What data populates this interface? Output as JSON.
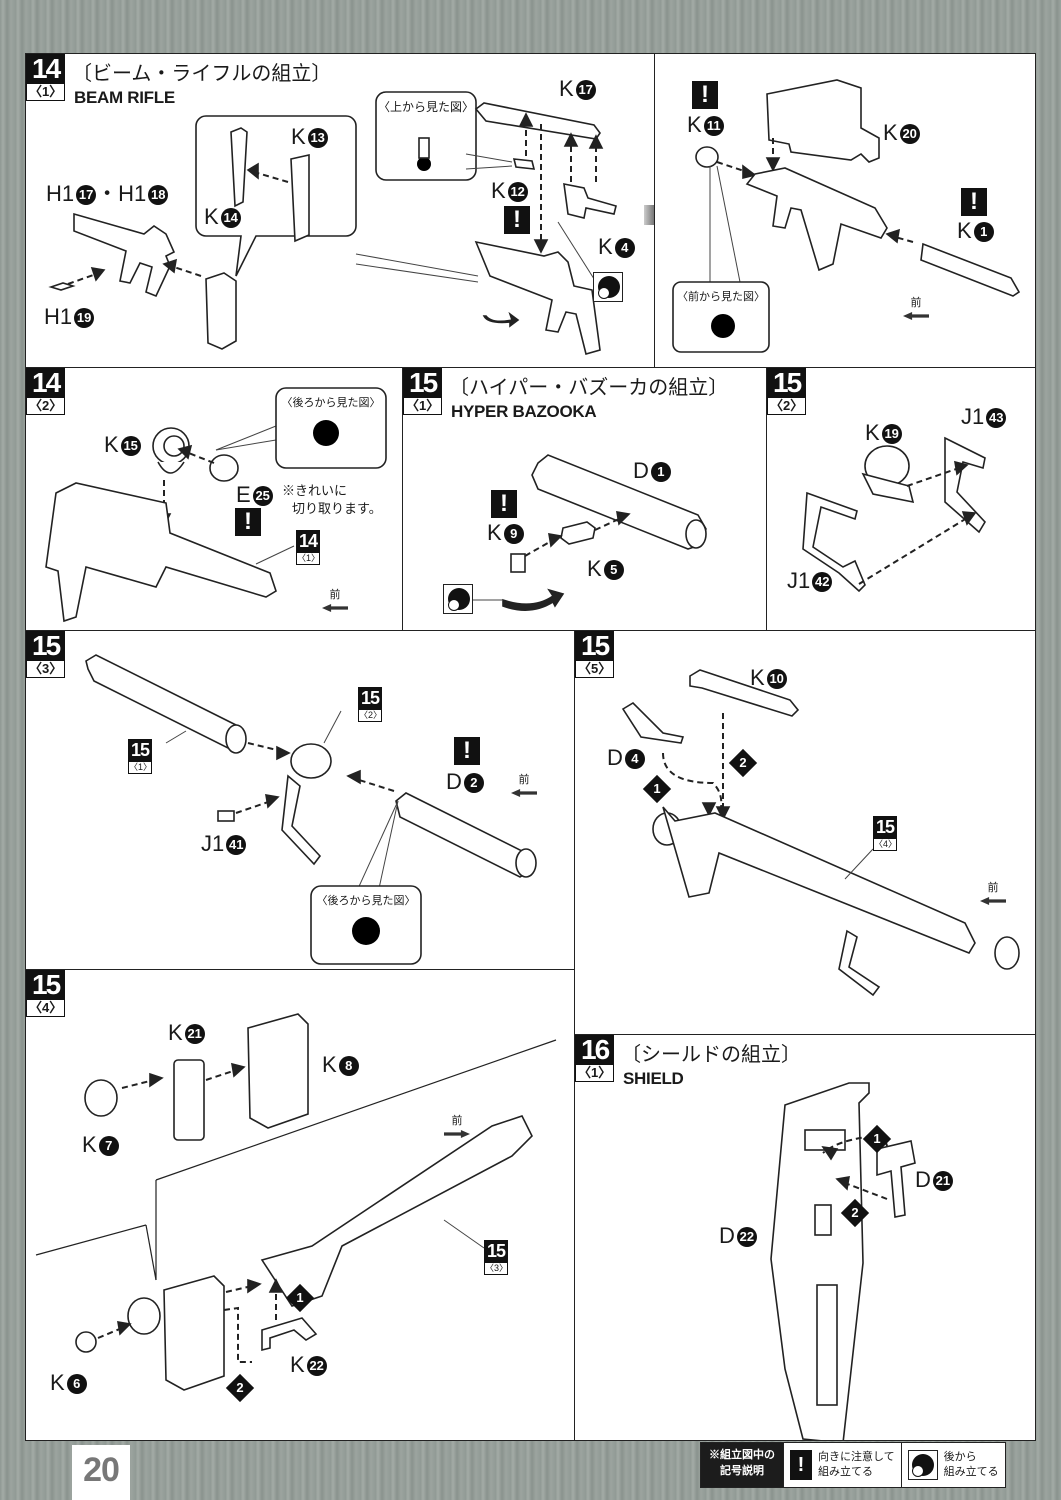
{
  "page": {
    "number": "20"
  },
  "panels": {
    "p14_1": {
      "step": "14",
      "sub": "〈1〉",
      "title_jp": "〔ビーム・ライフルの組立〕",
      "title_en": "BEAM RIFLE",
      "labels": {
        "h17_18": "H1⑰・H1⑱",
        "h19": "H1⑲",
        "k13": "K⑬",
        "k14": "K⑭",
        "k17": "K⑰",
        "k12": "K⑫",
        "k4": "K④",
        "k11": "K⑪",
        "k20": "K⑳",
        "k1": "K①"
      },
      "label_prefixes": {
        "h17_18_a": "H1",
        "h17_18_n1": "17",
        "h17_18_b": "・H1",
        "h17_18_n2": "18",
        "h19_a": "H1",
        "h19_n": "19",
        "k": "K",
        "k13": "13",
        "k14": "14",
        "k17": "17",
        "k12": "12",
        "k4": "4",
        "k11": "11",
        "k20": "20",
        "k1": "1"
      },
      "bubble_top_view": "〈上から見た図〉",
      "bubble_front_view": "〈前から見た図〉",
      "front_label": "前"
    },
    "p14_2": {
      "step": "14",
      "sub": "〈2〉",
      "labels": {
        "k_prefix": "K",
        "k15": "15",
        "e_prefix": "E",
        "e25": "25"
      },
      "bubble_back_view": "〈後ろから見た図〉",
      "note_line1": "※きれいに",
      "note_line2": "切り取ります。",
      "ref": {
        "step": "14",
        "sub": "〈1〉"
      },
      "front_label": "前"
    },
    "p15_1": {
      "step": "15",
      "sub": "〈1〉",
      "title_jp": "〔ハイパー・バズーカの組立〕",
      "title_en": "HYPER BAZOOKA",
      "labels": {
        "d_prefix": "D",
        "d1": "1",
        "k_prefix": "K",
        "k9": "9",
        "k5": "5"
      }
    },
    "p15_2": {
      "step": "15",
      "sub": "〈2〉",
      "labels": {
        "k_prefix": "K",
        "k19": "19",
        "j_prefix": "J1",
        "j43": "43",
        "j42": "42"
      }
    },
    "p15_3": {
      "step": "15",
      "sub": "〈3〉",
      "labels": {
        "d_prefix": "D",
        "d2": "2",
        "j_prefix": "J1",
        "j41": "41"
      },
      "ref_a": {
        "step": "15",
        "sub": "〈1〉"
      },
      "ref_b": {
        "step": "15",
        "sub": "〈2〉"
      },
      "bubble_back_view": "〈後ろから見た図〉",
      "front_label": "前"
    },
    "p15_5": {
      "step": "15",
      "sub": "〈5〉",
      "labels": {
        "k_prefix": "K",
        "k10": "10",
        "d_prefix": "D",
        "d4": "4"
      },
      "order": [
        "1",
        "2"
      ],
      "ref": {
        "step": "15",
        "sub": "〈4〉"
      },
      "front_label": "前"
    },
    "p15_4": {
      "step": "15",
      "sub": "〈4〉",
      "labels": {
        "k_prefix": "K",
        "k21": "21",
        "k8": "8",
        "k7": "7",
        "k6": "6",
        "k22": "22"
      },
      "order": [
        "1",
        "2"
      ],
      "ref": {
        "step": "15",
        "sub": "〈3〉"
      },
      "front_label": "前"
    },
    "p16_1": {
      "step": "16",
      "sub": "〈1〉",
      "title_jp": "〔シールドの組立〕",
      "title_en": "SHIELD",
      "labels": {
        "d_prefix": "D",
        "d21": "21",
        "d22": "22"
      },
      "order": [
        "1",
        "2"
      ]
    }
  },
  "legend": {
    "header_line1": "※組立図中の",
    "header_line2": "記号説明",
    "warn_symbol": "!",
    "warn_line1": "向きに注意して",
    "warn_line2": "組み立てる",
    "back_line1": "後から",
    "back_line2": "組み立てる"
  }
}
